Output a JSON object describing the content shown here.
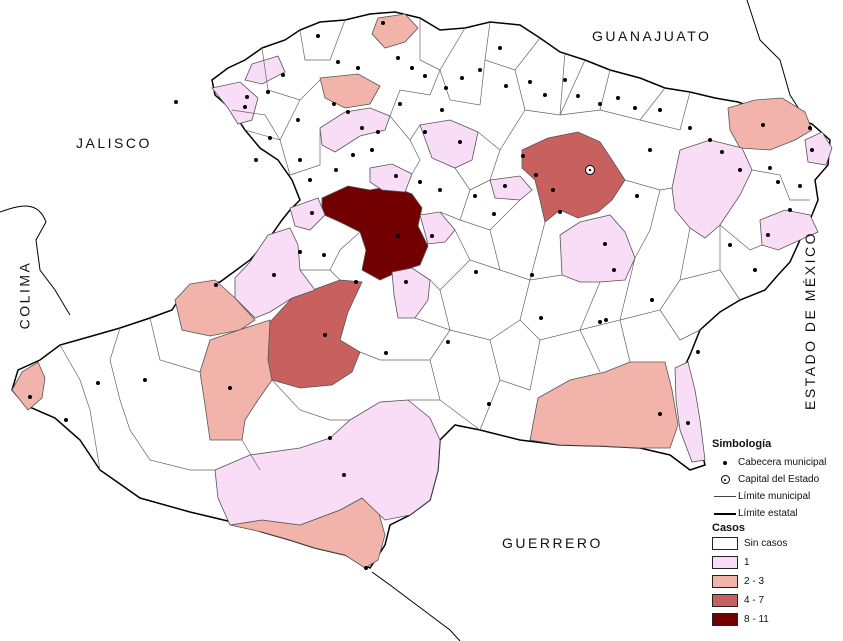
{
  "labels": {
    "guanajuato": "GUANAJUATO",
    "jalisco": "JALISCO",
    "colima": "COLIMA",
    "estado_mexico": "ESTADO DE MÉXICO",
    "guerrero": "GUERRERO"
  },
  "legend": {
    "title": "Simbología",
    "items": [
      {
        "icon": "cabecera-dot-icon",
        "label": "Cabecera municipal"
      },
      {
        "icon": "capital-circle-icon",
        "label": "Capital del Estado"
      },
      {
        "icon": "thin-line-icon",
        "label": "Límite municipal"
      },
      {
        "icon": "thick-line-icon",
        "label": "Límite estatal"
      }
    ],
    "cases_title": "Casos",
    "classes": [
      {
        "label": "Sin casos",
        "color": "#ffffff"
      },
      {
        "label": "1",
        "color": "#f9dcf6"
      },
      {
        "label": "2 - 3",
        "color": "#f2b3ab"
      },
      {
        "label": "4 - 7",
        "color": "#c86060"
      },
      {
        "label": "8 - 11",
        "color": "#730000"
      }
    ]
  },
  "colors": {
    "state_border": "#000000",
    "municipal_border": "#555555"
  }
}
